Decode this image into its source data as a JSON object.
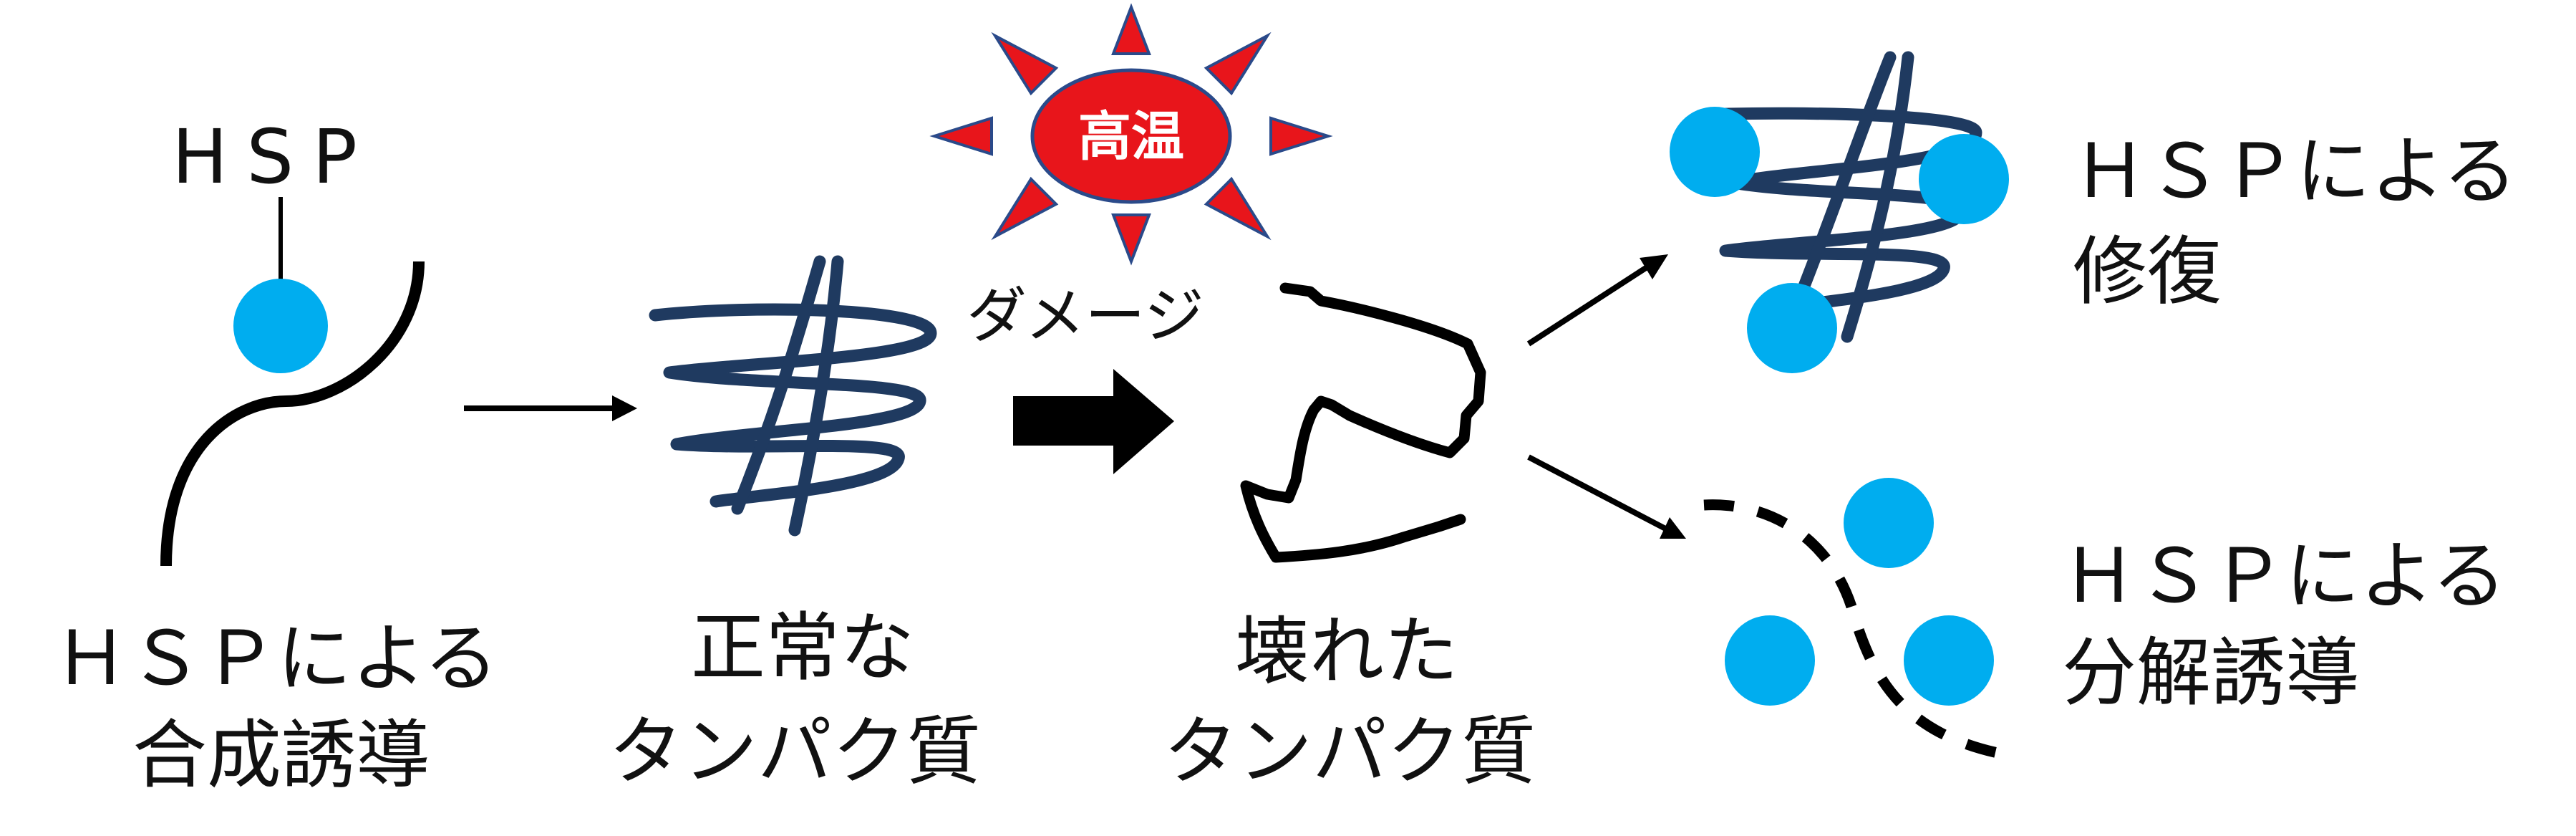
{
  "labels": {
    "hsp_top": "HSP",
    "synthesis_line1": "ＨＳＰによる",
    "synthesis_line2": "合成誘導",
    "normal_line1": "正常な",
    "normal_line2": "タンパク質",
    "broken_line1": "壊れた",
    "broken_line2": "タンパク質",
    "damage": "ダメージ",
    "heat": "高温",
    "repair_line1": "ＨＳＰによる",
    "repair_line2": "修復",
    "degrade_line1": "ＨＳＰによる",
    "degrade_line2": "分解誘導"
  },
  "colors": {
    "hsp_circle": "#00adef",
    "protein_coil": "#1f3a60",
    "line": "#000000",
    "sun_red": "#e8151b",
    "sun_outline": "#2a4a8a"
  }
}
